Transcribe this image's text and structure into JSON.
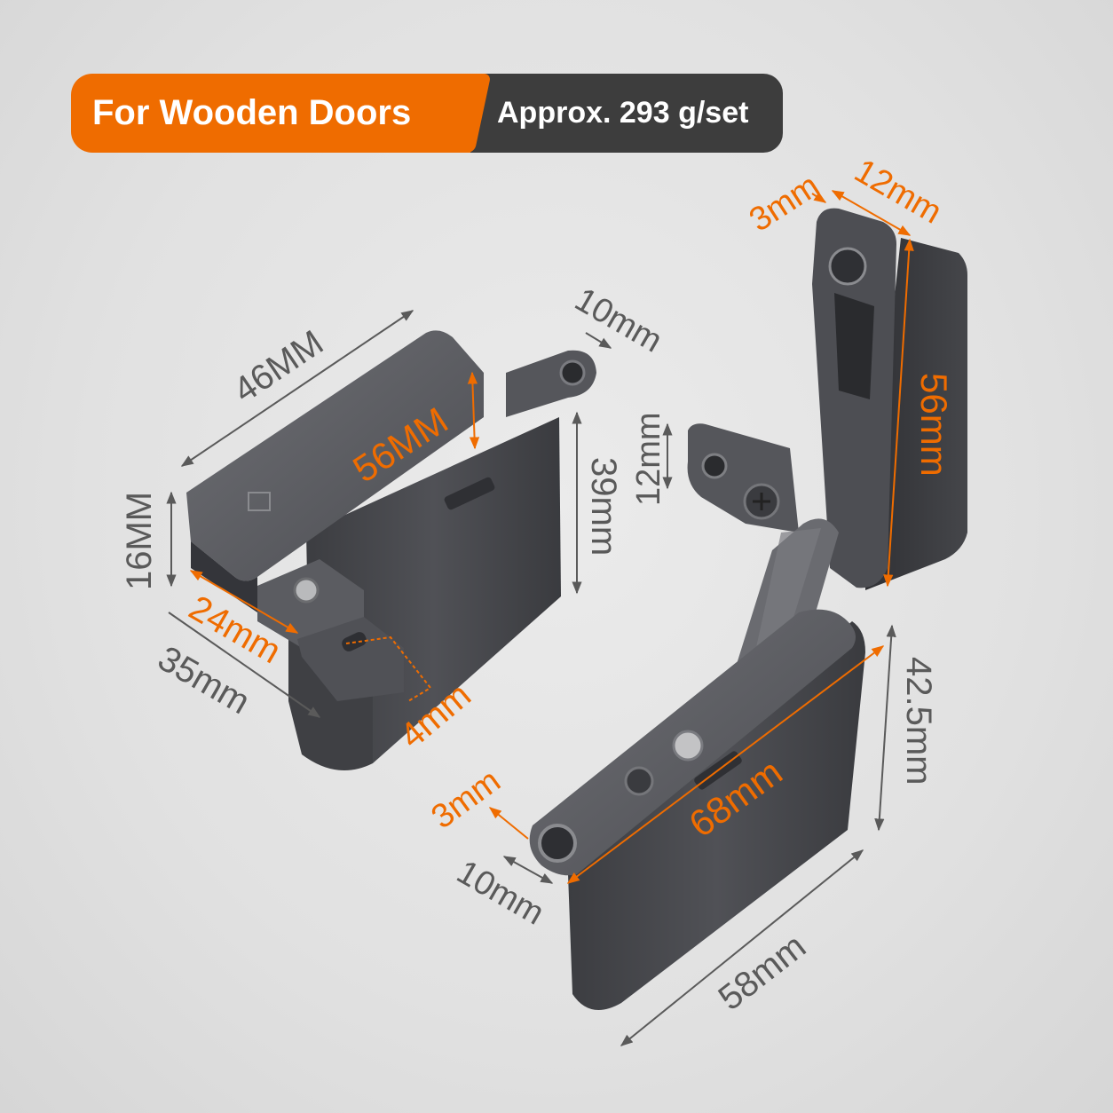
{
  "badges": {
    "primary": "For Wooden Doors",
    "secondary": "Approx. 293 g/set"
  },
  "dimensions": {
    "lock_body": {
      "width": "46MM",
      "height": "56MM",
      "depth": "16MM",
      "side": "39mm",
      "tab": "10mm",
      "slot": "24mm",
      "length": "35mm",
      "gap": "4mm"
    },
    "hinge": {
      "top_thickness": "3mm",
      "top_width": "12mm",
      "arm_height": "56mm",
      "bracket": "12mm",
      "body_height": "42.5mm",
      "body_length": "68mm",
      "bottom_thickness": "3mm",
      "bottom_tab": "10mm",
      "base_length": "58mm"
    }
  },
  "colors": {
    "accent": "#ef6c00",
    "dark_badge": "#3d3d3d",
    "metal": "#4a4b4f",
    "dim_gray": "#5a5a5a"
  }
}
